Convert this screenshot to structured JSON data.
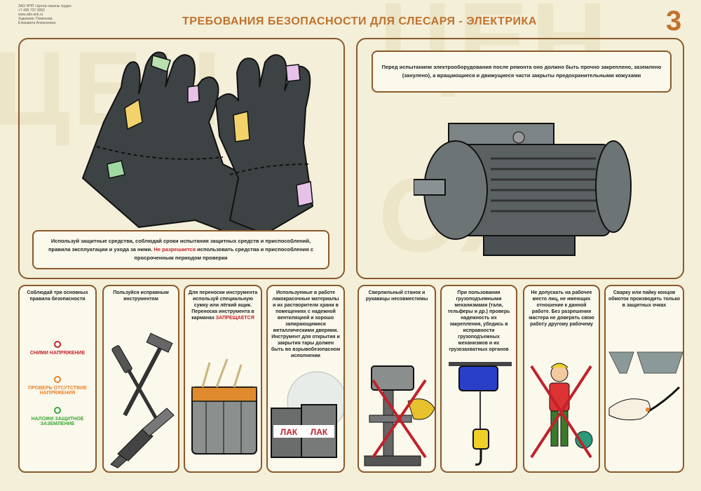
{
  "publisher": {
    "line1": "ЗАО НПП «Центр охраны труда»",
    "line2": "+7 495 737-3052",
    "line3": "www.atis-ank.ru",
    "line4": "Художник: Поменова",
    "line5": "Елизавета Алексеевна"
  },
  "title": "ТРЕБОВАНИЯ БЕЗОПАСНОСТИ ДЛЯ СЛЕСАРЯ - ЭЛЕКТРИКА",
  "page_number": "3",
  "left_callout": {
    "part1": "Используй защитные средства, соблюдай сроки испытания защитных средств и приспособлений, правила эксплуатации и ухода за ними. ",
    "warning": "Не разрешается",
    "part2": " использовать средства и приспособления с просроченным периодом проверки"
  },
  "right_callout": {
    "text": "Перед испытанием электрооборудования после ремонта оно должно быть прочно закреплено, заземлено (занулено), а вращающиеся и движущиеся части закрыты предохранительными кожухами"
  },
  "cards": {
    "rules": {
      "text": "Соблюдай три основных правила безопасности",
      "items": [
        {
          "label": "СНИМИ НАПРЯЖЕНИЕ",
          "color": "#c0222b"
        },
        {
          "label": "ПРОВЕРЬ ОТСУТСТВИЕ НАПРЯЖЕНИЯ",
          "color": "#e8832a"
        },
        {
          "label": "НАЛОЖИ ЗАЩИТНОЕ ЗАЗЕМЛЕНИЕ",
          "color": "#3aa635"
        }
      ]
    },
    "tools": {
      "text": "Пользуйся исправным инструментом"
    },
    "bag": {
      "text_part1": "Для переноски инструмента используй специальную сумку или лёгкий ящик. Переноска инструмента в карманах ",
      "warning": "ЗАПРЕЩАЕТСЯ"
    },
    "paint": {
      "text": "Используемые в работе лакокрасочные материалы и их растворители храни в помещениях с надежной вентиляцией и хорошо запирающимися металлическими дверями. Инструмент для открытия и закрытия тары должен быть во взрывобезопасном исполнении",
      "can_label": "ЛАК"
    },
    "drill": {
      "text": "Сверлильный станок и рукавицы несовместимы"
    },
    "hoist": {
      "text": "При пользовании грузоподъемными механизмами (тали, тельферы и др.) проверь надежность их закрепления, убедись в исправности грузоподъемных механизмов и их грузозахватных органов"
    },
    "child": {
      "text": "Не допускать на рабочее место лиц, не имеющих отношение к данной работе. Без разрешения мастера не доверять свою работу другому рабочему"
    },
    "weld": {
      "text": "Сварку или пайку концов обмоток производить только в защитных очках"
    }
  },
  "colors": {
    "accent": "#c0722e",
    "border": "#8a5a2b",
    "warning": "#c0222b"
  }
}
